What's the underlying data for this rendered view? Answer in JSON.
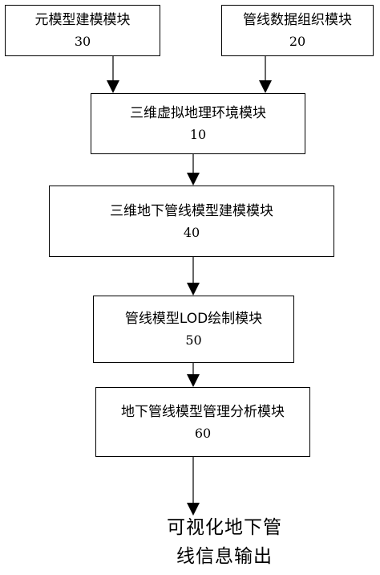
{
  "modules": {
    "meta_model": {
      "label": "元模型建模模块",
      "number": "30"
    },
    "pipeline_data": {
      "label": "管线数据组织模块",
      "number": "20"
    },
    "virtual_env": {
      "label": "三维虚拟地理环境模块",
      "number": "10"
    },
    "underground_modeling": {
      "label": "三维地下管线模型建模模块",
      "number": "40"
    },
    "lod_render": {
      "label": "管线模型LOD绘制模块",
      "number": "50"
    },
    "management_analysis": {
      "label": "地下管线模型管理分析模块",
      "number": "60"
    }
  },
  "output": {
    "line1": "可视化地下管",
    "line2": "线信息输出"
  }
}
